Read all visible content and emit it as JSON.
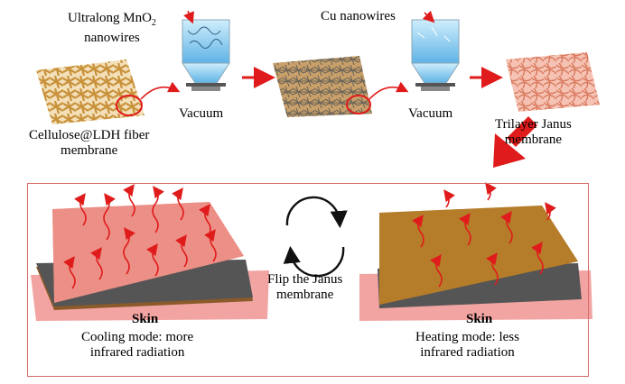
{
  "top": {
    "mno2_label_main": "Ultralong MnO",
    "mno2_label_sub": "2",
    "mno2_label_line2": "nanowires",
    "cu_label": "Cu nanowires",
    "vacuum_1": "Vacuum",
    "vacuum_2": "Vacuum",
    "cellulose_line1": "Cellulose@LDH fiber",
    "cellulose_line2": "membrane",
    "trilayer_line1": "Trilayer Janus",
    "trilayer_line2": "membrane"
  },
  "bottom": {
    "skin_left": "Skin",
    "skin_right": "Skin",
    "flip_line1": "Flip the Janus",
    "flip_line2": "membrane",
    "cooling_line1": "Cooling mode: more",
    "cooling_line2": "infrared radiation",
    "heating_line1": "Heating mode: less",
    "heating_line2": "infrared radiation"
  },
  "colors": {
    "arrow_red": "#e01b1b",
    "cellulose_tan": "#c8913a",
    "mno2_gray": "#6b6458",
    "cu_copper": "#d9785c",
    "water_blue": "#7cc3ea",
    "skin_pink": "#f2a4a2",
    "membrane_front": "#e0706a",
    "membrane_back": "#a8701f",
    "box_border": "#d96a6a"
  }
}
